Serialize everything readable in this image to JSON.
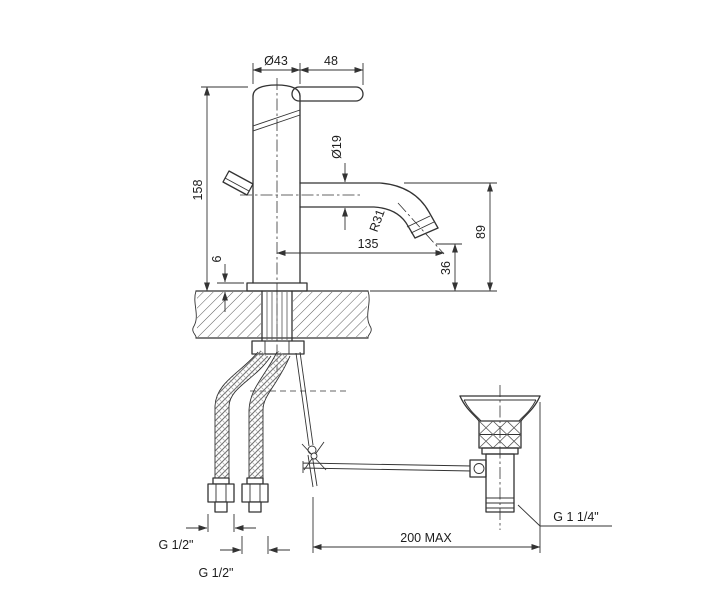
{
  "theme": {
    "line-color": "#333333",
    "text-color": "#1d1d1d",
    "background": "#ffffff"
  },
  "drawing": {
    "labels": {
      "body_diameter": "Ø43",
      "handle_length": "48",
      "spout_tube_diameter": "Ø19",
      "body_height": "158",
      "base_height": "6",
      "spout_reach": "135",
      "spout_radius": "R31",
      "outlet_height": "36",
      "spout_height": "89",
      "supply_thread_left": "G 1/2\"",
      "supply_thread_right": "G 1/2\"",
      "waste_thread": "G 1 1/4\"",
      "rod_length_max": "200 MAX"
    }
  }
}
